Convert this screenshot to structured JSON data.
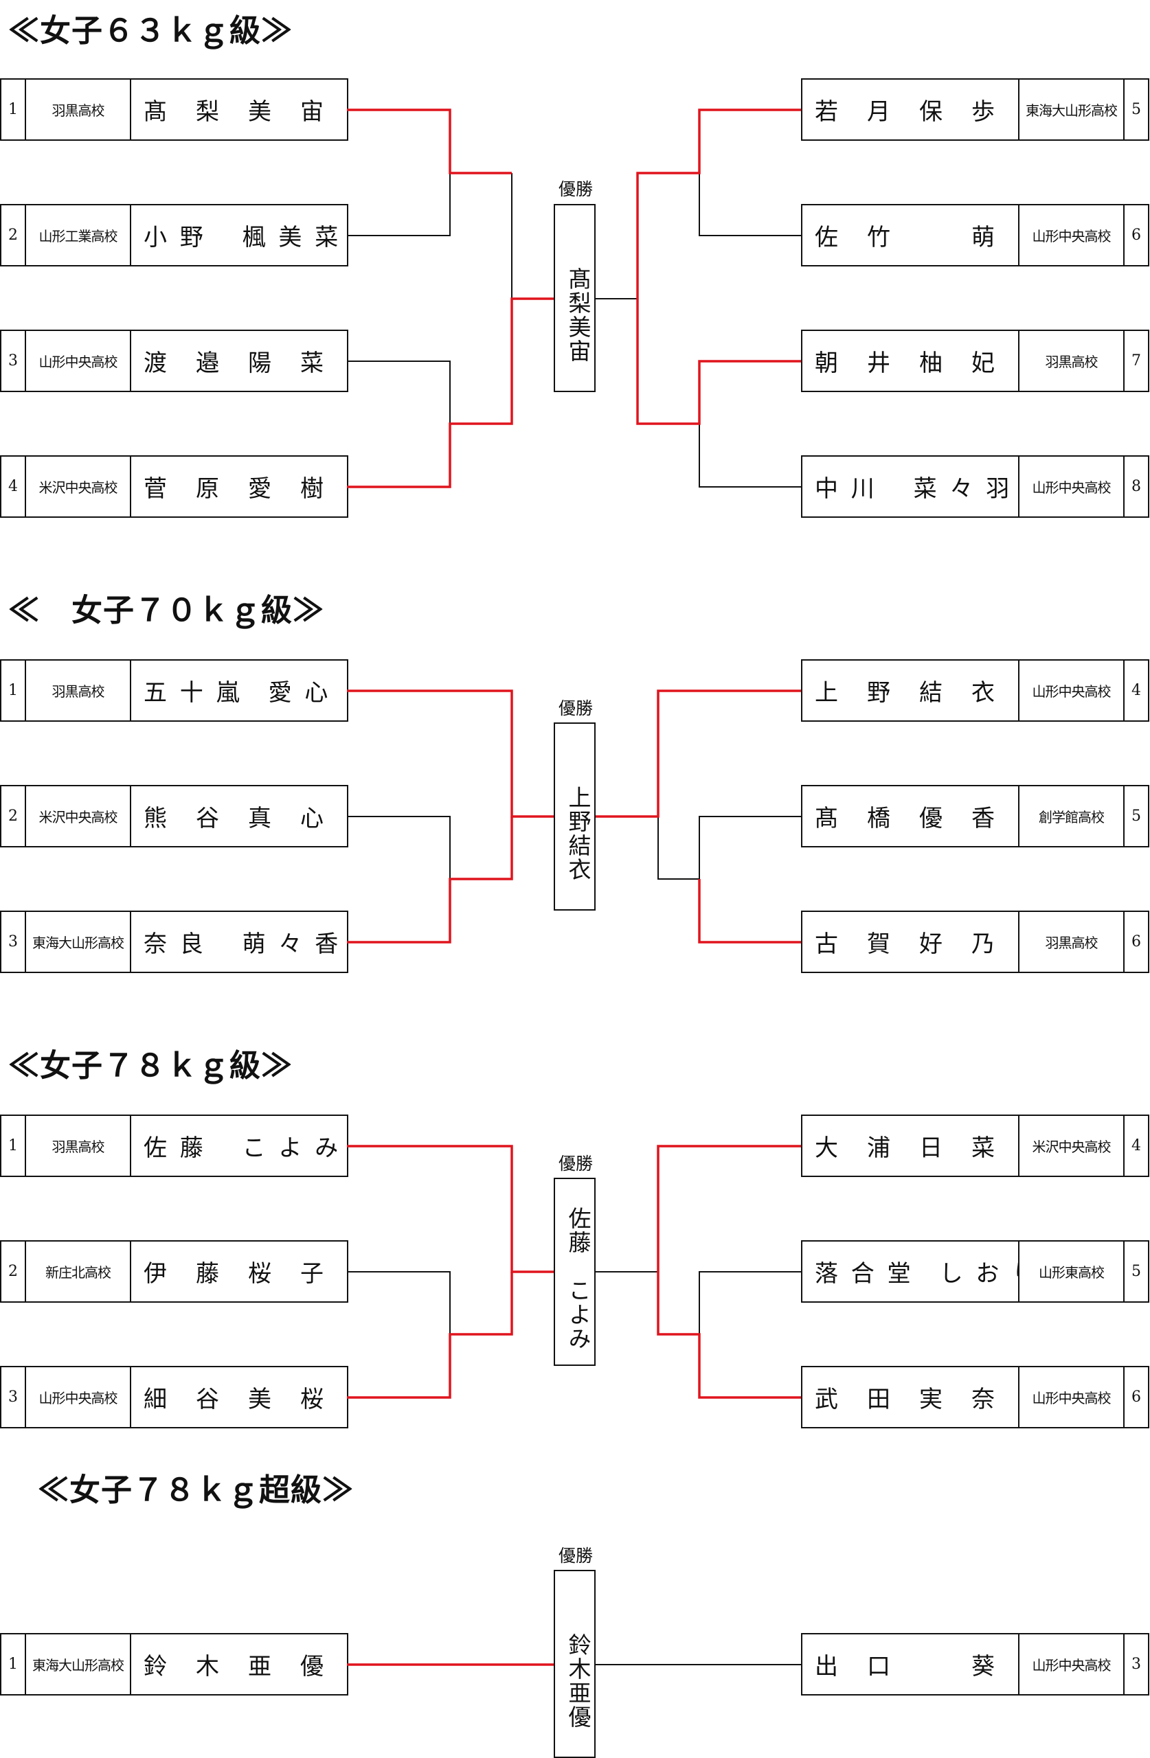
{
  "sections": [
    {
      "title": "≪女子６３ｋｇ級≫",
      "champion_label": "優勝",
      "champion": "髙梨美宙",
      "left": [
        {
          "seed": "1",
          "school": "羽黒高校",
          "name": "髙　梨　美　宙"
        },
        {
          "seed": "2",
          "school": "山形工業高校",
          "name": "小 野　 楓 美 菜"
        },
        {
          "seed": "3",
          "school": "山形中央高校",
          "name": "渡　邉　陽　菜"
        },
        {
          "seed": "4",
          "school": "米沢中央高校",
          "name": "菅　原　愛　樹"
        }
      ],
      "right": [
        {
          "seed": "5",
          "school": "東海大山形高校",
          "name": "若　月　保　歩"
        },
        {
          "seed": "6",
          "school": "山形中央高校",
          "name": "佐　竹　　　萌"
        },
        {
          "seed": "7",
          "school": "羽黒高校",
          "name": "朝　井　柚　妃"
        },
        {
          "seed": "8",
          "school": "山形中央高校",
          "name": "中 川　 菜 々 羽"
        }
      ]
    },
    {
      "title": "≪　女子７０ｋｇ級≫",
      "champion_label": "優勝",
      "champion": "上野結衣",
      "left": [
        {
          "seed": "1",
          "school": "羽黒高校",
          "name": "五 十 嵐　愛 心"
        },
        {
          "seed": "2",
          "school": "米沢中央高校",
          "name": "熊　谷　真　心"
        },
        {
          "seed": "3",
          "school": "東海大山形高校",
          "name": "奈 良　 萌 々 香"
        }
      ],
      "right": [
        {
          "seed": "4",
          "school": "山形中央高校",
          "name": "上　野　結　衣"
        },
        {
          "seed": "5",
          "school": "創学館高校",
          "name": "髙　橋　優　香"
        },
        {
          "seed": "6",
          "school": "羽黒高校",
          "name": "古　賀　好　乃"
        }
      ]
    },
    {
      "title": "≪女子７８ｋｇ級≫",
      "champion_label": "優勝",
      "champion": "佐藤　こよみ",
      "left": [
        {
          "seed": "1",
          "school": "羽黒高校",
          "name": "佐 藤　 こ よ み"
        },
        {
          "seed": "2",
          "school": "新庄北高校",
          "name": "伊　藤　桜　子"
        },
        {
          "seed": "3",
          "school": "山形中央高校",
          "name": "細　谷　美　桜"
        }
      ],
      "right": [
        {
          "seed": "4",
          "school": "米沢中央高校",
          "name": "大　浦　日　菜"
        },
        {
          "seed": "5",
          "school": "山形東高校",
          "name": "落 合 堂　し お り"
        },
        {
          "seed": "6",
          "school": "山形中央高校",
          "name": "武　田　実　奈"
        }
      ]
    },
    {
      "title": "≪女子７８ｋｇ超級≫",
      "champion_label": "優勝",
      "champion": "鈴木亜優",
      "left": [
        {
          "seed": "1",
          "school": "東海大山形高校",
          "name": "鈴　木　亜　優"
        }
      ],
      "right": [
        {
          "seed": "3",
          "school": "山形中央高校",
          "name": "出　口　　　葵"
        }
      ]
    }
  ]
}
